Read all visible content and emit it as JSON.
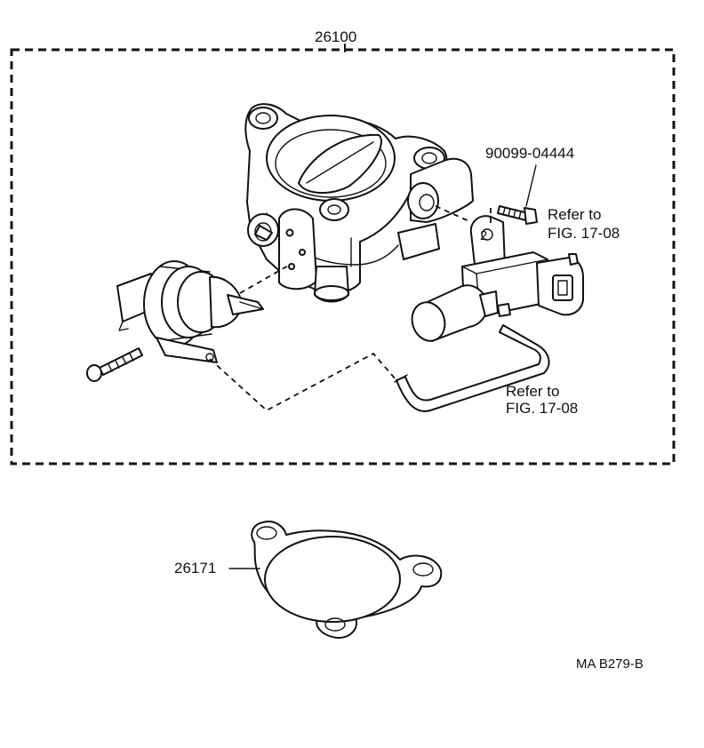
{
  "labels": {
    "assembly_part": "26100",
    "bolt_part": "90099-04444",
    "refer_solenoid_line1": "Refer to",
    "refer_solenoid_line2": "FIG. 17-08",
    "refer_hose_line1": "Refer to",
    "refer_hose_line2": "FIG. 17-08",
    "gasket_part": "26171",
    "drawing_code": "MA B279-B"
  }
}
